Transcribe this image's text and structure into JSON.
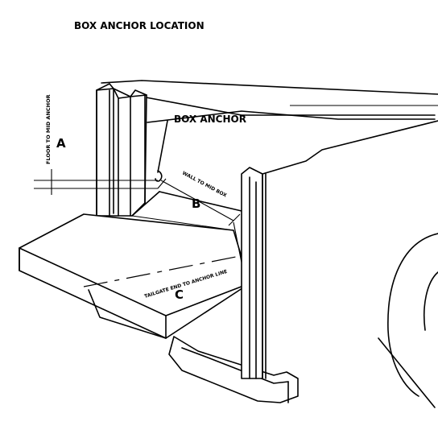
{
  "title": "BOX ANCHOR LOCATION",
  "labels": {
    "box_anchor": "BOX ANCHOR",
    "dim_a_letter": "A",
    "dim_a_text": "FLOOR TO MID ANCHOR",
    "dim_b_letter": "B",
    "dim_b_text": "WALL TO MID BOX",
    "dim_c_letter": "C",
    "dim_c_text": "TAILGATE END TO ANCHOR LINE"
  }
}
